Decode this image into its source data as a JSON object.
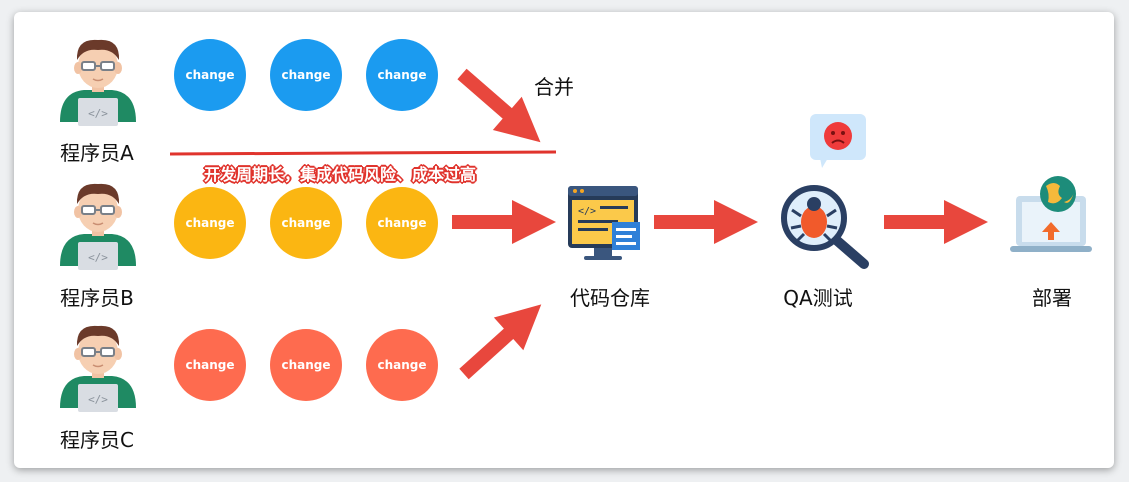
{
  "developers": [
    {
      "name": "程序员A",
      "change_color": "#1b9bf0"
    },
    {
      "name": "程序员B",
      "change_color": "#fbb612"
    },
    {
      "name": "程序员C",
      "change_color": "#fe6b4f"
    }
  ],
  "change_label": "change",
  "merge_label": "合并",
  "warning_text": "开发周期长，集成代码风险、成本过高",
  "stages": {
    "repository": "代码仓库",
    "qa": "QA测试",
    "deploy": "部署"
  },
  "colors": {
    "arrow": "#e8473d",
    "warning_line": "#e0342d",
    "change_blue": "#1b9bf0",
    "change_yellow": "#fbb612",
    "change_orange": "#fe6b4f"
  }
}
